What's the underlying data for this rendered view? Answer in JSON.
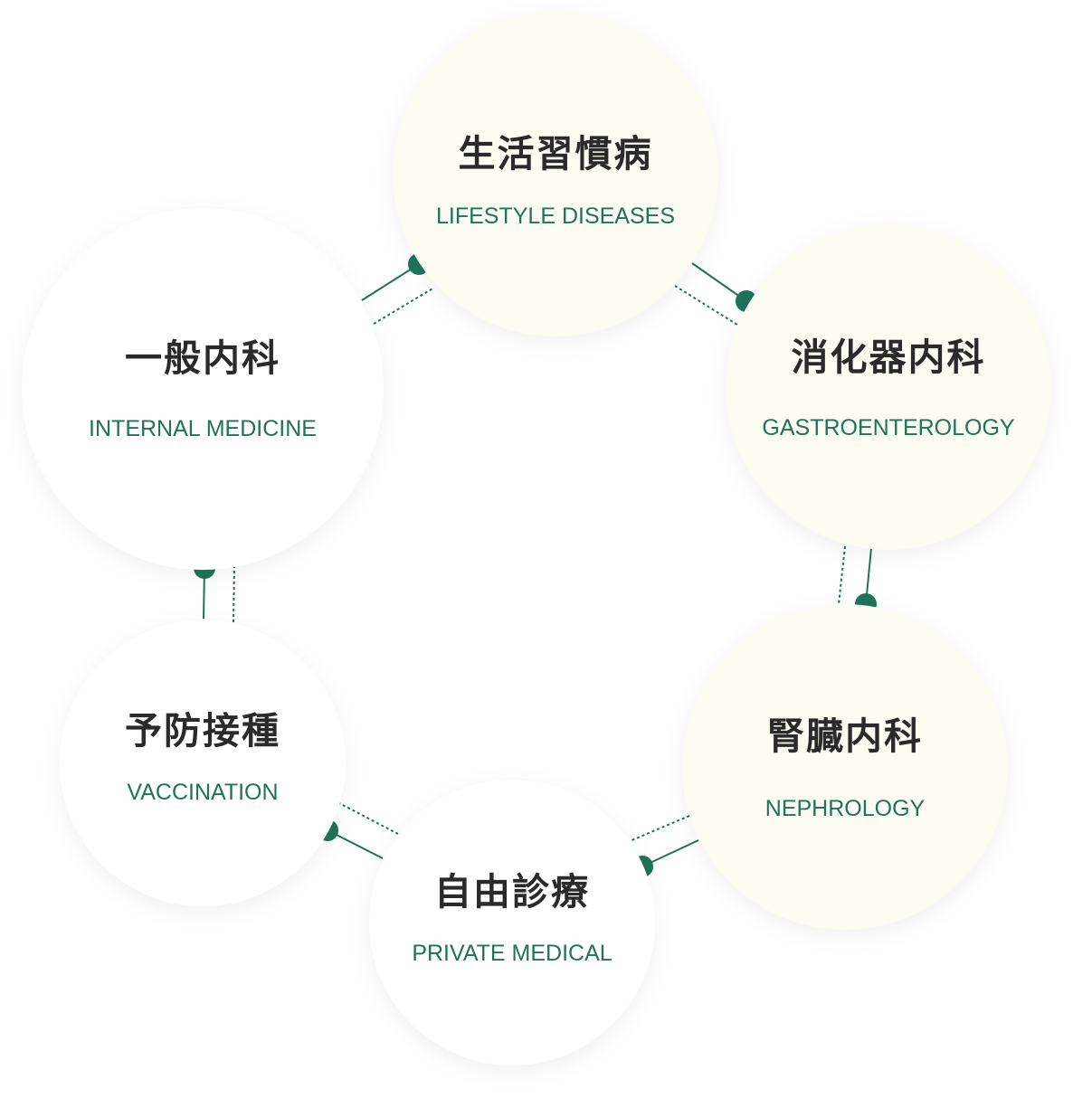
{
  "colors": {
    "accent": "#1f7358",
    "title_text": "#2a2a2a",
    "cream_fill": "#fcfcf3",
    "white_fill": "#ffffff"
  },
  "departments": {
    "lifestyle": {
      "title": "生活習慣病",
      "subtitle": "LIFESTYLE DISEASES"
    },
    "gastro": {
      "title": "消化器内科",
      "subtitle": "GASTROENTEROLOGY"
    },
    "nephro": {
      "title": "腎臓内科",
      "subtitle": "NEPHROLOGY"
    },
    "private": {
      "title": "自由診療",
      "subtitle": "PRIVATE MEDICAL"
    },
    "vaccination": {
      "title": "予防接種",
      "subtitle": "VACCINATION"
    },
    "internal": {
      "title": "一般内科",
      "subtitle": "INTERNAL MEDICINE"
    }
  }
}
